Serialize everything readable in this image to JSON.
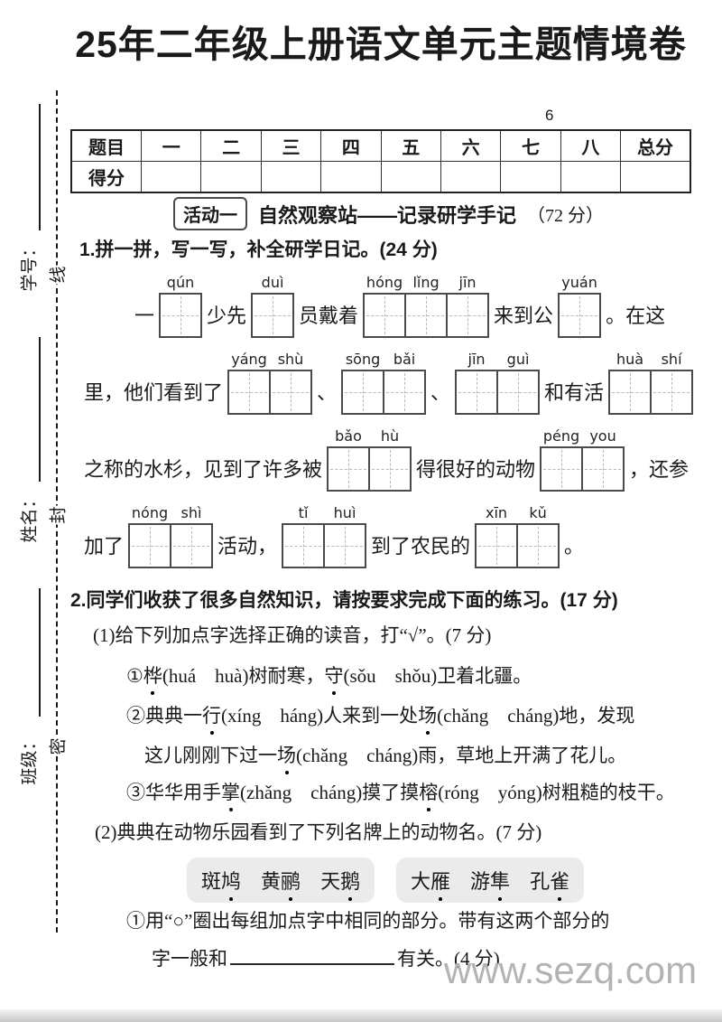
{
  "title": "25年二年级上册语文单元主题情境卷",
  "page": {
    "number": "6",
    "watermark": "www.sezq.com"
  },
  "seal": {
    "labels": [
      {
        "text": "学号："
      },
      {
        "text": "姓名："
      },
      {
        "text": "班级："
      }
    ],
    "chars": [
      "线",
      "封",
      "密"
    ]
  },
  "score_table": {
    "row1_label": "题目",
    "row2_label": "得分",
    "columns": [
      "一",
      "二",
      "三",
      "四",
      "五",
      "六",
      "七",
      "八",
      "总分"
    ]
  },
  "activity": {
    "badge": "活动一",
    "heading": "自然观察站——记录研学手记",
    "points": "（72 分）"
  },
  "q1": {
    "heading": "1.拼一拼，写一写，补全研学日记。(24 分)",
    "rows": [
      {
        "segs": [
          {
            "t": "一"
          },
          {
            "boxes": [
              "qún"
            ]
          },
          {
            "t": "少先"
          },
          {
            "boxes": [
              "duì"
            ]
          },
          {
            "t": "员戴着"
          },
          {
            "boxes": [
              "hóng",
              "lǐng",
              "jīn"
            ]
          },
          {
            "t": "来到公"
          },
          {
            "boxes": [
              "yuán"
            ]
          },
          {
            "t": "。在这"
          }
        ]
      },
      {
        "segs": [
          {
            "t": "里，他们看到了"
          },
          {
            "boxes": [
              "yáng",
              "shù"
            ]
          },
          {
            "t": "、"
          },
          {
            "boxes": [
              "sōng",
              "bǎi"
            ]
          },
          {
            "t": "、"
          },
          {
            "boxes": [
              "jīn",
              "guì"
            ]
          },
          {
            "t": "和有活"
          },
          {
            "boxes": [
              "huà",
              "shí"
            ]
          }
        ]
      },
      {
        "segs": [
          {
            "t": "之称的水杉，见到了许多被"
          },
          {
            "boxes": [
              "bǎo",
              "hù"
            ]
          },
          {
            "t": "得很好的动物"
          },
          {
            "boxes": [
              "péng",
              "you"
            ]
          },
          {
            "t": "，还参"
          }
        ]
      },
      {
        "segs": [
          {
            "t": "加了"
          },
          {
            "boxes": [
              "nóng",
              "shì"
            ]
          },
          {
            "t": "活动，"
          },
          {
            "boxes": [
              "tǐ",
              "huì"
            ]
          },
          {
            "t": "到了农民的"
          },
          {
            "boxes": [
              "xīn",
              "kǔ"
            ]
          },
          {
            "t": "。"
          }
        ]
      }
    ]
  },
  "q2": {
    "heading": "2.同学们收获了很多自然知识，请按要求完成下面的练习。(17 分)",
    "sub1": {
      "label": "(1)给下列加点字选择正确的读音，打“√”。(7 分)",
      "items": [
        {
          "segs": [
            {
              "t": "①"
            },
            {
              "t": "桦",
              "dot": true
            },
            {
              "t": "(huá　huà)树耐寒，"
            },
            {
              "t": "守",
              "dot": true
            },
            {
              "t": "(sǒu　shǒu)卫着北疆。"
            }
          ]
        },
        {
          "segs": [
            {
              "t": "②典典一"
            },
            {
              "t": "行",
              "dot": true
            },
            {
              "t": "(xíng　háng)人来到一处"
            },
            {
              "t": "场",
              "dot": true
            },
            {
              "t": "(chǎng　cháng)地，发现"
            }
          ]
        },
        {
          "segs": [
            {
              "t": "这儿刚刚下过一"
            },
            {
              "t": "场",
              "dot": true
            },
            {
              "t": "(chǎng　cháng)雨，草地上开满了花儿。"
            }
          ]
        },
        {
          "segs": [
            {
              "t": "③华华用手"
            },
            {
              "t": "掌",
              "dot": true
            },
            {
              "t": "(zhǎng　cháng)摸了摸"
            },
            {
              "t": "榕",
              "dot": true
            },
            {
              "t": "(róng　yóng)树粗糙的枝干。"
            }
          ]
        }
      ]
    },
    "sub2": {
      "label": "(2)典典在动物乐园看到了下列名牌上的动物名。(7 分)",
      "pills": [
        {
          "segs": [
            {
              "t": "斑"
            },
            {
              "t": "鸠",
              "dot": true
            },
            {
              "t": "　黄"
            },
            {
              "t": "鹂",
              "dot": true
            },
            {
              "t": "　天"
            },
            {
              "t": "鹅",
              "dot": true
            }
          ]
        },
        {
          "segs": [
            {
              "t": "大"
            },
            {
              "t": "雁",
              "dot": true
            },
            {
              "t": "　游"
            },
            {
              "t": "隼",
              "dot": true
            },
            {
              "t": "　孔"
            },
            {
              "t": "雀",
              "dot": true
            }
          ]
        }
      ],
      "item1_line1": "①用“○”圈出每组加点字中相同的部分。带有这两个部分的",
      "item1_line2_pre": "字一般和",
      "item1_line2_post": "有关。(4 分)"
    }
  },
  "colors": {
    "pill_bg": "#ebebeb",
    "watermark": "#b3b3b3",
    "ink": "#1a1a1a"
  }
}
